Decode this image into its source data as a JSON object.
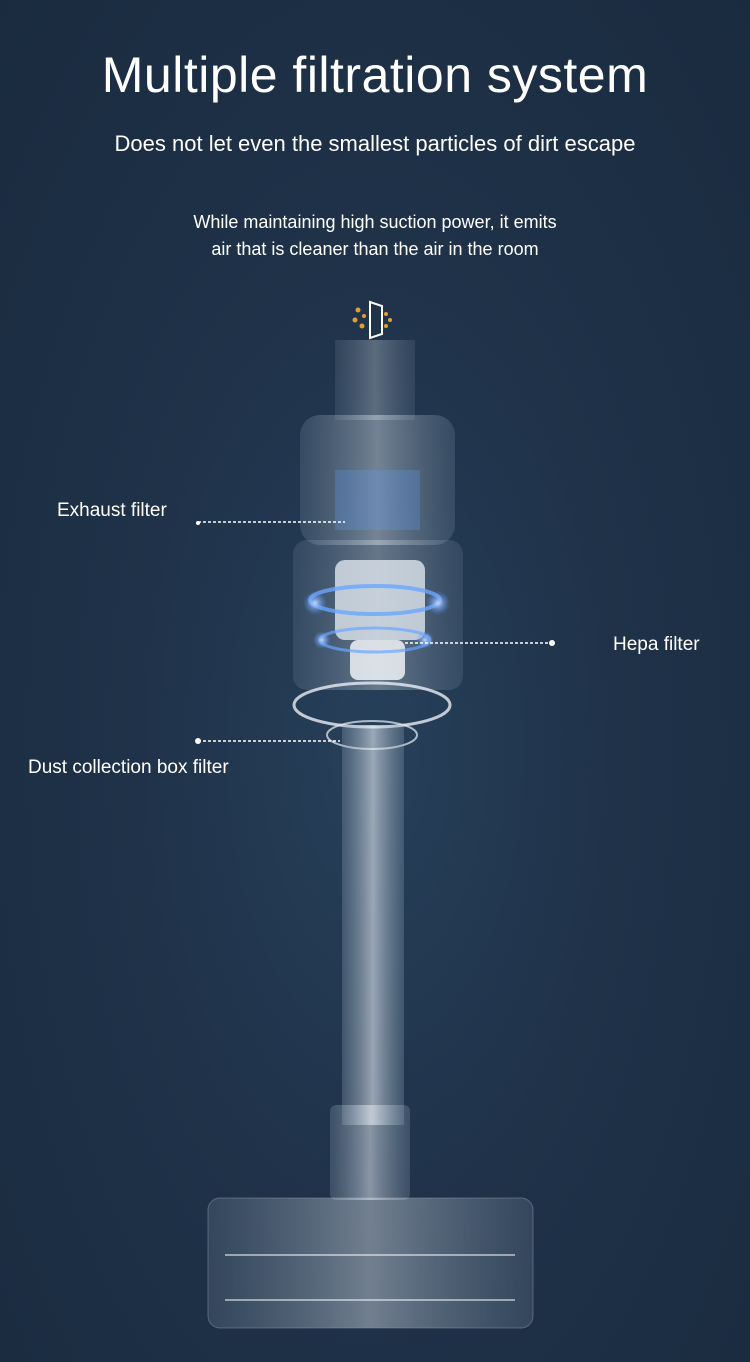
{
  "header": {
    "title": "Multiple filtration system",
    "subtitle": "Does not let even the smallest particles of dirt escape",
    "description_line1": "While maintaining high suction power, it emits",
    "description_line2": "air that is cleaner than the air in the room"
  },
  "callouts": {
    "exhaust": "Exhaust filter",
    "hepa": "Hepa filter",
    "dust_box": "Dust collection box filter"
  },
  "colors": {
    "background": "#1e3045",
    "particles": "#e0a030",
    "glow": "#4a8cff"
  }
}
